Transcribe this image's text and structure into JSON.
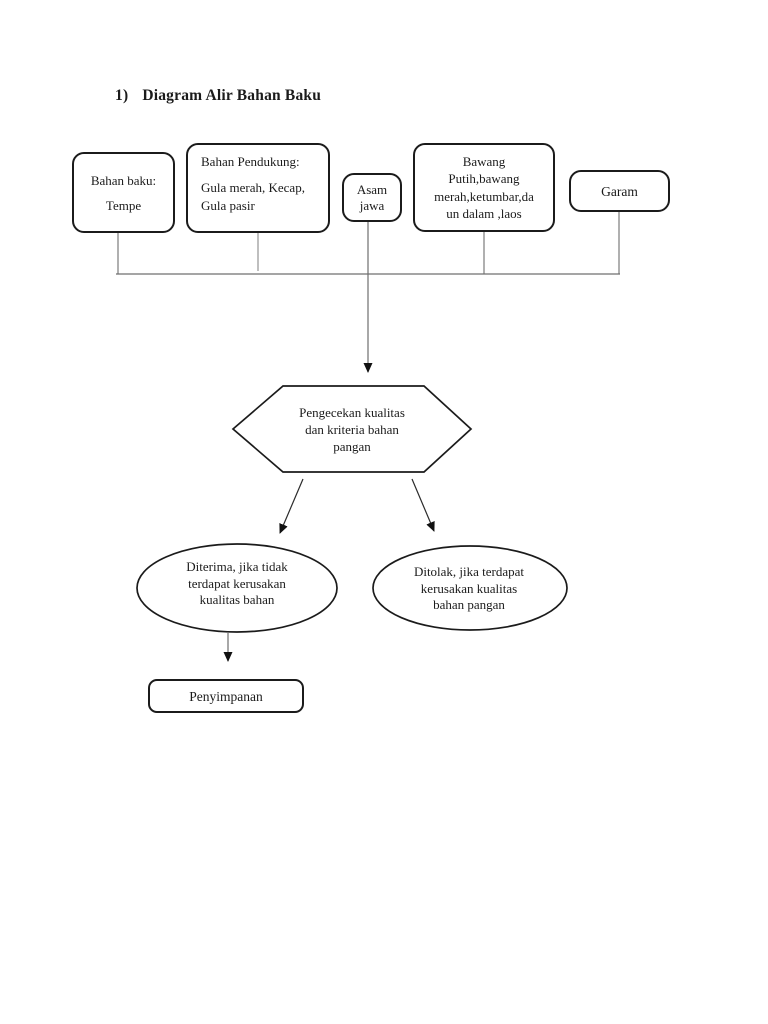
{
  "title": {
    "number": "1)",
    "text": "Diagram Alir Bahan Baku"
  },
  "nodes": {
    "bahan_baku": {
      "lines": [
        "Bahan baku:",
        "Tempe"
      ]
    },
    "bahan_pendukung": {
      "heading": "Bahan Pendukung:",
      "lines": [
        "Gula merah, Kecap,",
        "Gula pasir"
      ]
    },
    "asam_jawa": {
      "lines": [
        "Asam",
        "jawa"
      ]
    },
    "bawang": {
      "lines": [
        "Bawang",
        "Putih,bawang",
        "merah,ketumbar,da",
        "un dalam ,laos"
      ]
    },
    "garam": {
      "label": "Garam"
    },
    "pengecekan": {
      "lines": [
        "Pengecekan kualitas",
        "dan kriteria bahan",
        "pangan"
      ]
    },
    "diterima": {
      "lines": [
        "Diterima, jika tidak",
        "terdapat kerusakan",
        "kualitas bahan"
      ]
    },
    "ditolak": {
      "lines": [
        "Ditolak, jika terdapat",
        "kerusakan kualitas",
        "bahan pangan"
      ]
    },
    "penyimpanan": {
      "label": "Penyimpanan"
    }
  },
  "colors": {
    "ink": "#1b1b1b",
    "connector": "#6f6f6f",
    "arrow": "#111111",
    "background": "#ffffff"
  }
}
